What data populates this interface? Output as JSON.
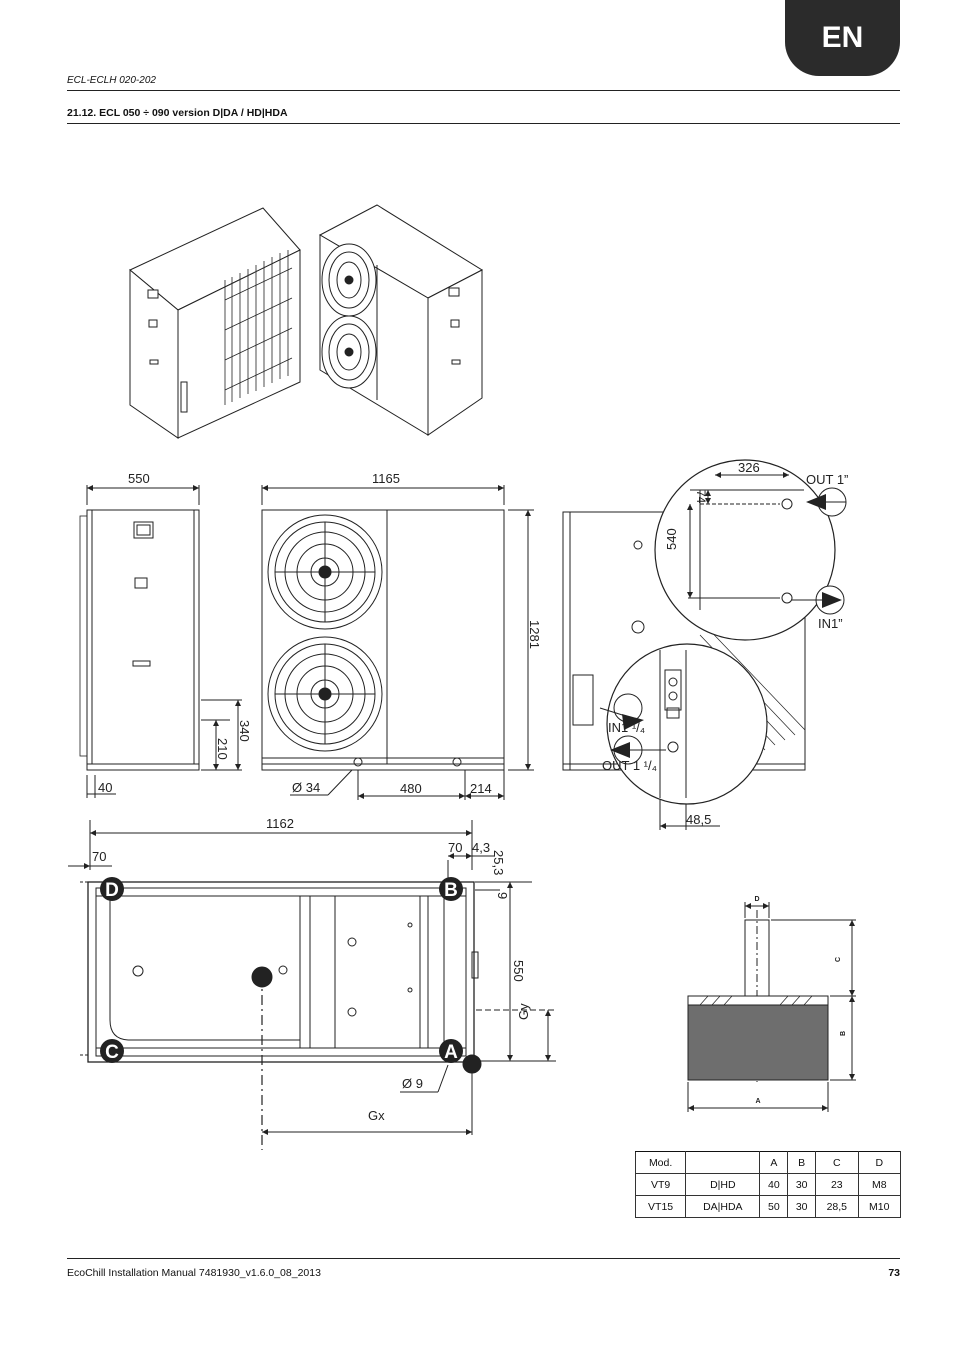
{
  "header": {
    "lang_tab": "EN",
    "doc_code": "ECL-ECLH 020-202",
    "section_title": "21.12. ECL 050 ÷ 090 version D|DA / HD|HDA"
  },
  "drawing": {
    "side_width": "550",
    "front_width": "1165",
    "height": "1281",
    "dim_340": "340",
    "dim_210": "210",
    "dim_40": "40",
    "dia_34": "Ø 34",
    "dim_480": "480",
    "dim_214": "214",
    "dim_326": "326",
    "dim_74": "74",
    "dim_540": "540",
    "out_top": "OUT 1”",
    "in_top": "IN1”",
    "in_bottom": "IN1 ¹/₄",
    "out_bottom": "OUT 1 ¹/₄",
    "dim_48_5": "48,5",
    "plan_width": "1162",
    "dim_70_left": "70",
    "dim_70_right": "70",
    "dim_4_3": "4,3",
    "dim_25_3": "25,3",
    "dim_9": "9",
    "plan_depth": "550",
    "gy": "Gy",
    "gx": "Gx",
    "dia_9": "Ø 9",
    "corner_a": "A",
    "corner_b": "B",
    "corner_c": "C",
    "corner_d": "D",
    "mount_a": "A",
    "mount_b": "B",
    "mount_c": "C",
    "mount_d": "D"
  },
  "spec_table": {
    "headers": [
      "Mod.",
      "",
      "A",
      "B",
      "C",
      "D"
    ],
    "rows": [
      [
        "VT9",
        "D|HD",
        "40",
        "30",
        "23",
        "M8"
      ],
      [
        "VT15",
        "DA|HDA",
        "50",
        "30",
        "28,5",
        "M10"
      ]
    ]
  },
  "footer": {
    "manual": "EcoChill Installation Manual 7481930_v1.6.0_08_2013",
    "page": "73"
  }
}
